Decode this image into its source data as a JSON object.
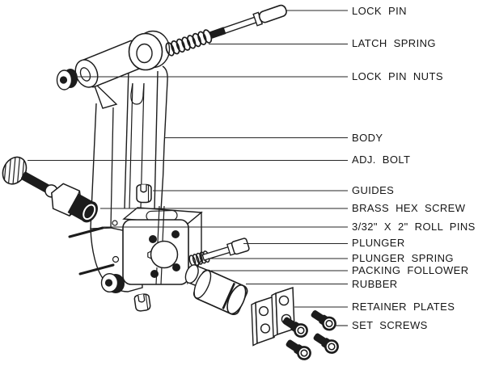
{
  "diagram_kind": "exploded-view technical drawing",
  "colors": {
    "ink": "#1c1c1c",
    "background": "#ffffff",
    "leader_line": "#262626"
  },
  "labels": [
    {
      "id": "lock-pin",
      "text": "LOCK PIN"
    },
    {
      "id": "latch-spring",
      "text": "LATCH SPRING"
    },
    {
      "id": "lock-pin-nuts",
      "text": "LOCK PIN NUTS"
    },
    {
      "id": "body",
      "text": "BODY"
    },
    {
      "id": "adj-bolt",
      "text": "ADJ. BOLT"
    },
    {
      "id": "guides",
      "text": "GUIDES"
    },
    {
      "id": "brass-hex-screw",
      "text": "BRASS HEX SCREW"
    },
    {
      "id": "roll-pins",
      "text": "3/32\" X 2\" ROLL PINS"
    },
    {
      "id": "plunger",
      "text": "PLUNGER"
    },
    {
      "id": "plunger-spring",
      "text": "PLUNGER SPRING"
    },
    {
      "id": "packing-follower",
      "text": "PACKING FOLLOWER"
    },
    {
      "id": "rubber",
      "text": "RUBBER"
    },
    {
      "id": "retainer-plates",
      "text": "RETAINER PLATES"
    },
    {
      "id": "set-screws",
      "text": "SET SCREWS"
    }
  ]
}
